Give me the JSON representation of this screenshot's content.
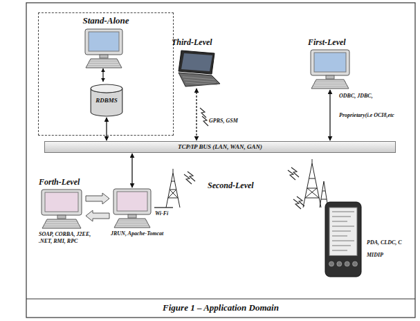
{
  "diagram": {
    "caption": "Figure 1 – Application Domain",
    "nodes": [
      {
        "text": [
          "Stand-Alone"
        ]
      },
      {
        "text": [
          "RDBMS"
        ],
        "in": 0
      },
      {
        "text": [
          "Third-Level"
        ]
      },
      {
        "text": [
          "First-Level",
          "ODBC, JDBC,",
          "Proprietary(i.e OCI8,etc"
        ]
      },
      {
        "text": [
          "TCP/IP BUS (LAN, WAN, GAN)"
        ]
      },
      {
        "text": [
          "Forth-Level",
          "SOAP, CORBA, J2EE, .NET, RMI, RPC"
        ]
      },
      {
        "text": [
          "JRUN, Apache-Tomcat"
        ]
      },
      {
        "text": [
          "PDA, CLDC, C",
          "MIDIP"
        ]
      }
    ],
    "edges": [
      {
        "from": 1,
        "to": 4,
        "arrow": "both"
      },
      {
        "from": 2,
        "to": 4,
        "arrow": "both"
      },
      {
        "from": 3,
        "to": 4,
        "arrow": "both"
      },
      {
        "from": 4,
        "to": 6,
        "arrow": "both"
      },
      {
        "from": 5,
        "to": 6,
        "arrow": "to"
      },
      {
        "from": 6,
        "to": 5,
        "arrow": "to"
      }
    ],
    "labels": [
      "GPRS, GSM",
      "Wi-Fi",
      "Second-Level"
    ]
  }
}
